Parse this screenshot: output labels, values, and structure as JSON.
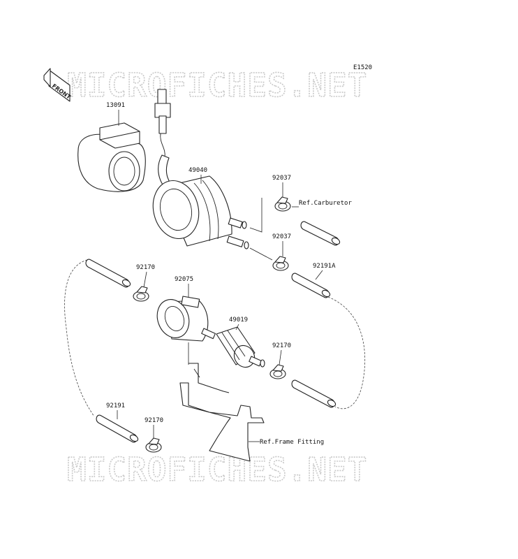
{
  "diagram_code": "E1520",
  "front_label": "FRONT",
  "watermark": "MICROFICHES.NET",
  "parts": [
    {
      "id": "13091"
    },
    {
      "id": "49040"
    },
    {
      "id": "92037"
    },
    {
      "id": "92037"
    },
    {
      "id": "92191A"
    },
    {
      "id": "92170"
    },
    {
      "id": "92075"
    },
    {
      "id": "49019"
    },
    {
      "id": "92170"
    },
    {
      "id": "92191"
    },
    {
      "id": "92170"
    }
  ],
  "references": [
    {
      "text": "Ref.Carburetor"
    },
    {
      "text": "Ref.Frame Fitting"
    }
  ]
}
